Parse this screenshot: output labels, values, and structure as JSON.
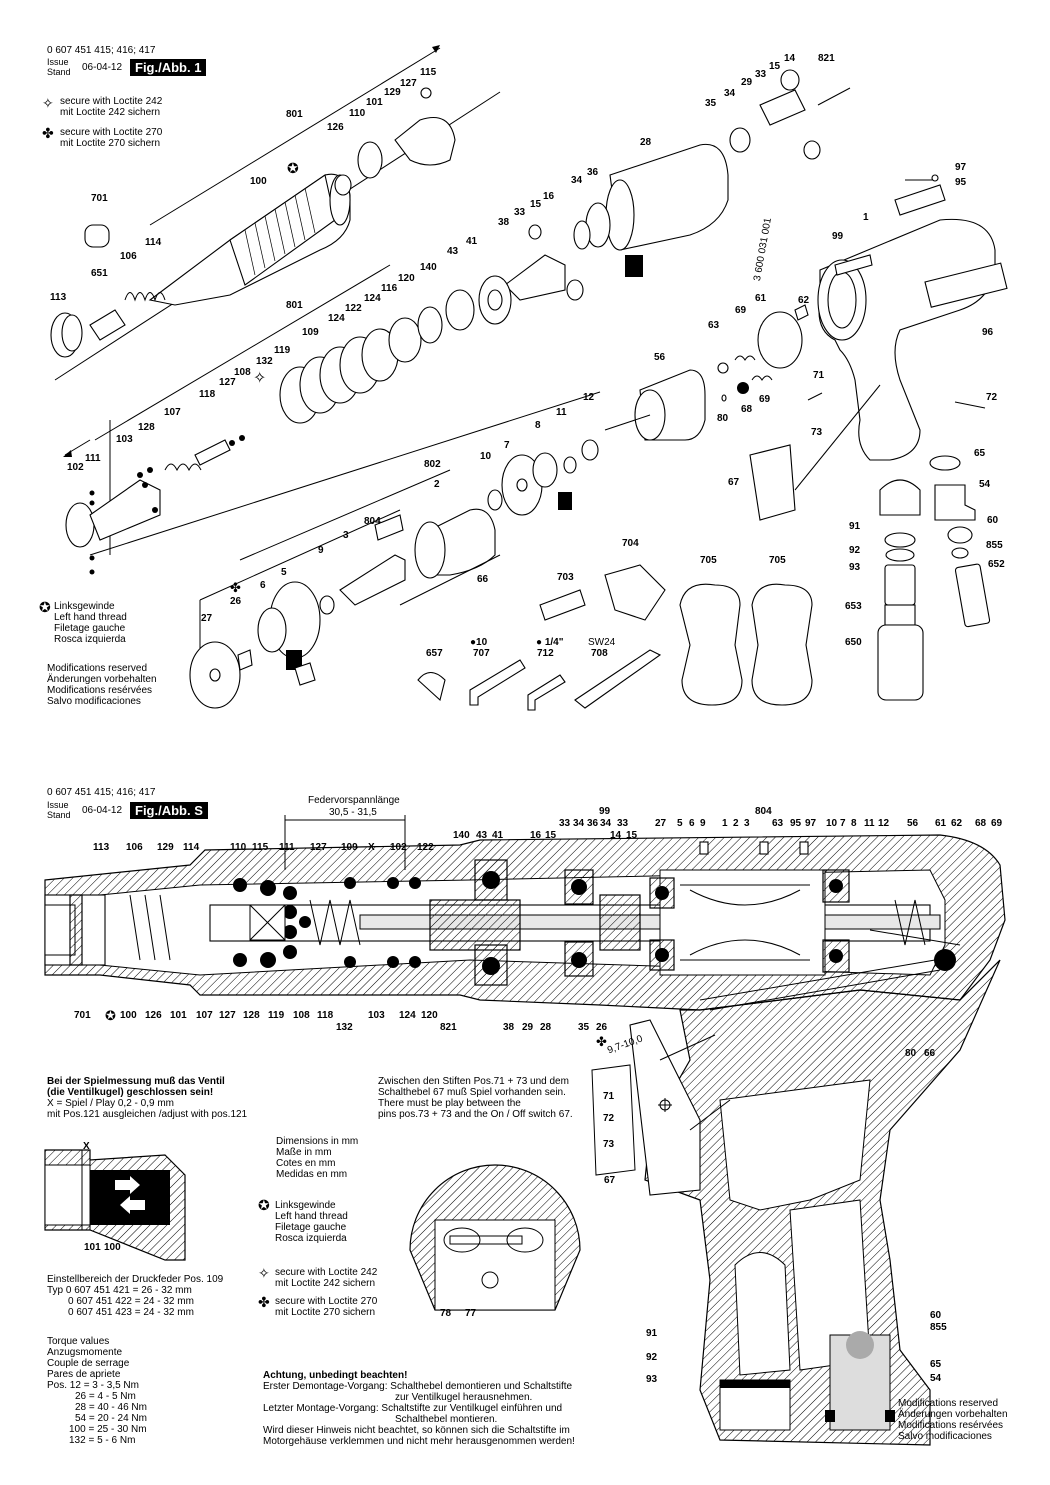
{
  "sheet1": {
    "part_numbers": "0 607 451 415; 416; 417",
    "issue_label": "Issue",
    "stand_label": "Stand",
    "date": "06-04-12",
    "fig_label": "Fig./Abb. 1",
    "loctite_242": [
      "secure with Loctite 242",
      "mit Loctite 242 sichern"
    ],
    "loctite_270": [
      "secure with Loctite 270",
      "mit Loctite 270 sichern"
    ],
    "left_thread": [
      "Linksgewinde",
      "Left hand thread",
      "Filetage gauche",
      "Rosca izquierda"
    ],
    "modifications": [
      "Modifications reserved",
      "Änderungen vorbehalten",
      "Modifications resérvées",
      "Salvo modificaciones"
    ],
    "callouts": [
      "115",
      "127",
      "129",
      "101",
      "110",
      "126",
      "801",
      "100",
      "701",
      "114",
      "106",
      "651",
      "113",
      "14",
      "15",
      "33",
      "29",
      "821",
      "35",
      "34",
      "28",
      "97",
      "95",
      "36",
      "34",
      "16",
      "15",
      "33",
      "38",
      "43",
      "41",
      "140",
      "120",
      "116",
      "124",
      "122",
      "124",
      "801",
      "109",
      "119",
      "132",
      "108",
      "127",
      "118",
      "107",
      "128",
      "103",
      "111",
      "102",
      "1",
      "99",
      "3 600 031 001",
      "62",
      "69",
      "61",
      "96",
      "63",
      "56",
      "71",
      "72",
      "68",
      "69",
      "80",
      "73",
      "65",
      "12",
      "11",
      "8",
      "7",
      "10",
      "802",
      "2",
      "804",
      "3",
      "9",
      "5",
      "6",
      "26",
      "27",
      "66",
      "704",
      "703",
      "705",
      "705",
      "54",
      "67",
      "91",
      "60",
      "92",
      "855",
      "93",
      "652",
      "653",
      "650",
      "657",
      "707",
      "712",
      "708"
    ],
    "tool_labels": {
      "t707": "10",
      "t712": "1/4\"",
      "t708": "SW24"
    }
  },
  "sheet2": {
    "part_numbers": "0 607 451 415; 416; 417",
    "issue_label": "Issue",
    "stand_label": "Stand",
    "date": "06-04-12",
    "fig_label": "Fig./Abb. S",
    "spring_label": "Federvorspannlänge",
    "spring_value": "30,5 - 31,5",
    "top_callouts": [
      "113",
      "106",
      "129",
      "114",
      "110",
      "115",
      "111",
      "127",
      "109",
      "X",
      "102",
      "122",
      "140",
      "43",
      "41",
      "16",
      "15",
      "33",
      "34",
      "36",
      "34",
      "33",
      "14",
      "15",
      "27",
      "5",
      "6",
      "9",
      "1",
      "2",
      "3",
      "63",
      "95",
      "97",
      "10",
      "7",
      "8",
      "11",
      "12",
      "56",
      "61",
      "62",
      "68",
      "69",
      "99",
      "804"
    ],
    "bottom_callouts": [
      "701",
      "100",
      "126",
      "101",
      "107",
      "127",
      "128",
      "119",
      "108",
      "118",
      "132",
      "103",
      "124",
      "120",
      "821",
      "38",
      "29",
      "28",
      "35",
      "26",
      "80",
      "66"
    ],
    "angle_label": "9,7-10,0",
    "valve_note": [
      "Bei der Spielmessung muß das Ventil",
      "(die Ventilkugel) geschlossen sein!",
      "X = Spiel / Play 0,2 - 0,9 mm",
      "mit Pos.121 ausgleichen /adjust with pos.121"
    ],
    "pins_note": [
      "Zwischen den Stiften Pos.71 + 73 und dem",
      "Schalthebel 67 muß Spiel vorhanden sein.",
      "There must be play between the",
      "pins pos.73 + 73 and the On / Off switch 67."
    ],
    "dimensions": [
      "Dimensions in mm",
      "Maße in mm",
      "Cotes en mm",
      "Medidas en mm"
    ],
    "left_thread": [
      "Linksgewinde",
      "Left hand thread",
      "Filetage gauche",
      "Rosca izquierda"
    ],
    "loctite_242": [
      "secure with Loctite 242",
      "mit Loctite 242 sichern"
    ],
    "loctite_270": [
      "secure with Loctite 270",
      "mit Loctite 270 sichern"
    ],
    "spring_range_title": "Einstellbereich der Druckfeder Pos. 109",
    "spring_ranges": [
      "Typ 0 607 451 421 = 26 - 32 mm",
      "0 607 451 422 = 24 - 32 mm",
      "0 607 451 423 = 24 - 32 mm"
    ],
    "detail_labels": [
      "X",
      "101",
      "100"
    ],
    "torque_header": [
      "Torque values",
      "Anzugsmomente",
      "Couple de serrage",
      "Pares de apriete"
    ],
    "torque_rows": [
      "Pos. 12 =   3 - 3,5 Nm",
      "26 =   4 -    5 Nm",
      "28 = 40 -  46 Nm",
      "54 = 20 -  24 Nm",
      "100 = 25 -  30 Nm",
      "132 =   5 -    6 Nm"
    ],
    "attention_title": "Achtung, unbedingt beachten!",
    "attention_rows": [
      "Erster Demontage-Vorgang: Schalthebel demontieren und Schaltstifte",
      "zur Ventilkugel herausnehmen.",
      "Letzter Montage-Vorgang:    Schaltstifte zur Ventilkugel einführen und",
      "Schalthebel montieren.",
      "Wird dieser Hinweis nicht beachtet, so können sich die Schaltstifte im",
      "Motorgehäuse verklemmen und nicht mehr herausgenommen werden!"
    ],
    "section_labels": [
      "78",
      "77"
    ],
    "handle_labels": [
      "71",
      "72",
      "73",
      "67",
      "91",
      "92",
      "93",
      "60",
      "855",
      "65",
      "54"
    ],
    "modifications": [
      "Modifications reserved",
      "Änderungen vorbehalten",
      "Modifications resérvées",
      "Salvo modificaciones"
    ]
  }
}
